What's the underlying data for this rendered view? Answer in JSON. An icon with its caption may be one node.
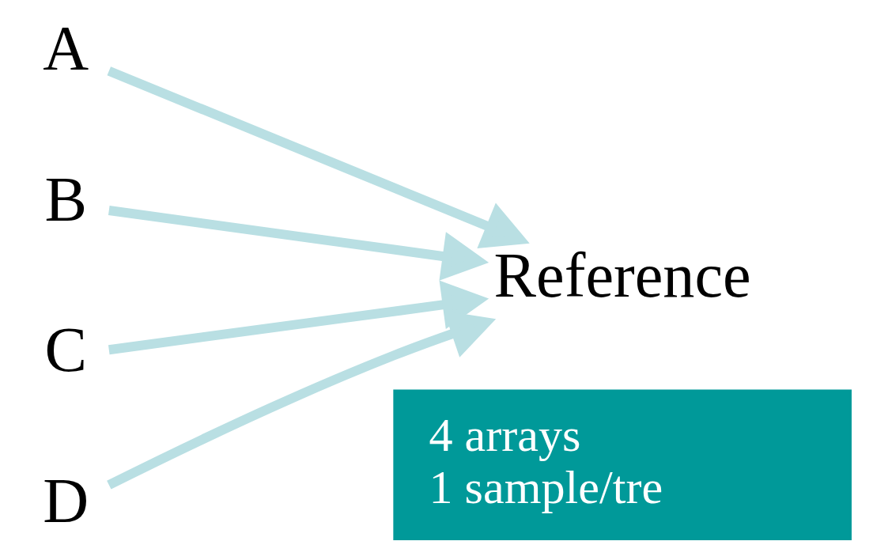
{
  "diagram": {
    "nodes": [
      {
        "text": [
          "A"
        ]
      },
      {
        "text": [
          "B"
        ]
      },
      {
        "text": [
          "C"
        ]
      },
      {
        "text": [
          "D"
        ]
      },
      {
        "text": [
          "Reference"
        ]
      },
      {
        "text": [
          "4 arrays",
          "1 sample/tre"
        ]
      }
    ],
    "edges": [
      {
        "from": 0,
        "to": 4,
        "arrow": "to"
      },
      {
        "from": 1,
        "to": 4,
        "arrow": "to"
      },
      {
        "from": 2,
        "to": 4,
        "arrow": "to"
      },
      {
        "from": 3,
        "to": 4,
        "arrow": "to"
      }
    ]
  }
}
